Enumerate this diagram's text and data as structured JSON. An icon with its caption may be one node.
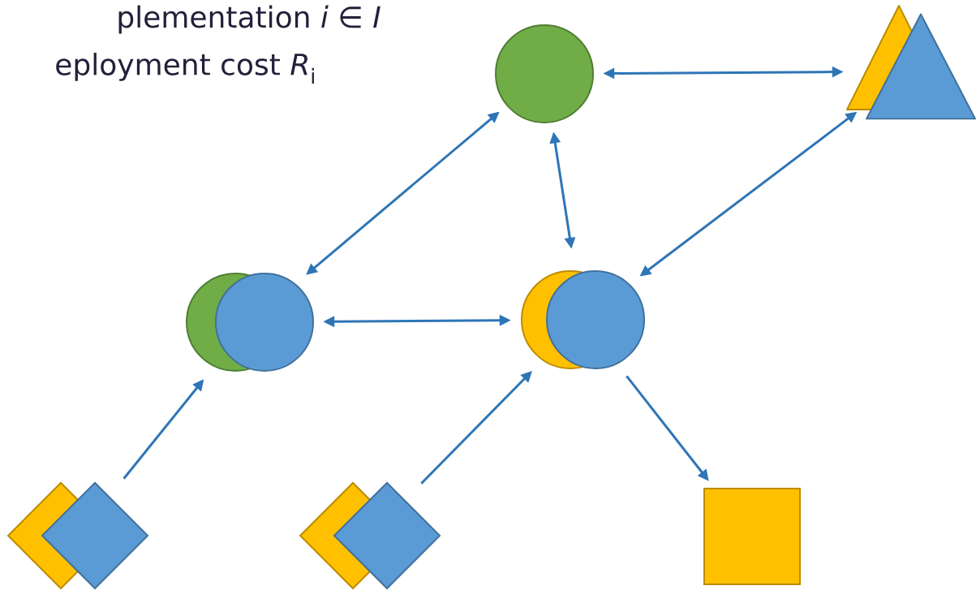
{
  "diagram": {
    "nodes": [
      {
        "text": [],
        "shape": "circle"
      },
      {
        "text": [],
        "shape": "triangle"
      },
      {
        "text": [],
        "shape": "circle"
      },
      {
        "text": [],
        "shape": "circle"
      },
      {
        "text": [],
        "shape": "diamond"
      },
      {
        "text": [],
        "shape": "diamond"
      },
      {
        "text": [],
        "shape": "box"
      }
    ],
    "edges": [
      {
        "from": 0,
        "to": 1,
        "arrow": "both"
      },
      {
        "from": 0,
        "to": 2,
        "arrow": "both"
      },
      {
        "from": 0,
        "to": 3,
        "arrow": "both"
      },
      {
        "from": 1,
        "to": 3,
        "arrow": "both"
      },
      {
        "from": 2,
        "to": 3,
        "arrow": "both"
      },
      {
        "from": 4,
        "to": 2,
        "arrow": "to"
      },
      {
        "from": 5,
        "to": 3,
        "arrow": "to"
      },
      {
        "from": 3,
        "to": 6,
        "arrow": "to"
      }
    ],
    "labels": [
      "plementation *i* ∈ *I*",
      "eployment cost *R*$_{i}$"
    ]
  }
}
